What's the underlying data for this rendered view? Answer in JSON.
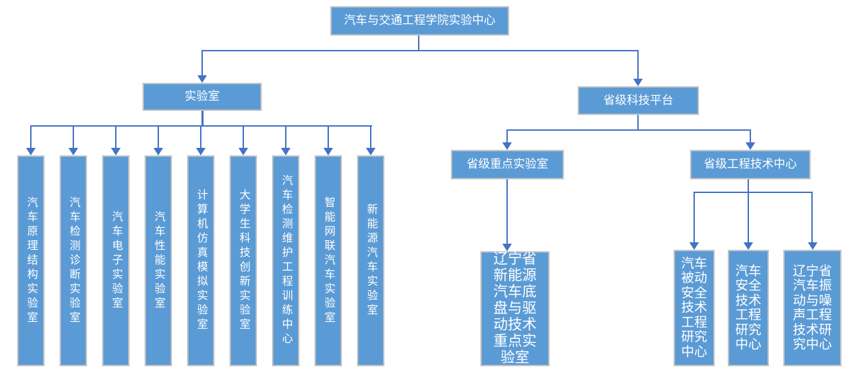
{
  "diagram_type": "org-chart",
  "root": {
    "label": "汽车与交通工程学院实验中心"
  },
  "branches": {
    "lab": {
      "label": "实验室"
    },
    "platform": {
      "label": "省级科技平台"
    }
  },
  "lab_leaves": [
    {
      "label": "汽车原理结构实验室"
    },
    {
      "label": "汽车检测诊断实验室"
    },
    {
      "label": "汽车电子实验室"
    },
    {
      "label": "汽车性能实验室"
    },
    {
      "label": "计算机仿真模拟实验室"
    },
    {
      "label": "大学生科技创新实验室"
    },
    {
      "label": "汽车检测维护工程训练中心"
    },
    {
      "label": "智能网联汽车实验室"
    },
    {
      "label": "新能源汽车实验室"
    }
  ],
  "platform_branches": {
    "key_lab": {
      "label": "省级重点实验室"
    },
    "eng_center": {
      "label": "省级工程技术中心"
    }
  },
  "key_lab_leaves": [
    {
      "label": "辽宁省新能源汽车底盘与驱动技术重点实验室"
    }
  ],
  "eng_center_leaves": [
    {
      "label": "汽车被动安全技术工程研究中心"
    },
    {
      "label": "汽车安全技术工程研究中心"
    },
    {
      "label": "辽宁省汽车振动与噪声工程技术研究中心"
    }
  ],
  "colors": {
    "box_fill": "#5b9bd5",
    "box_border": "#c3c3c3",
    "connector": "#4472c4",
    "text": "#ffffff"
  }
}
